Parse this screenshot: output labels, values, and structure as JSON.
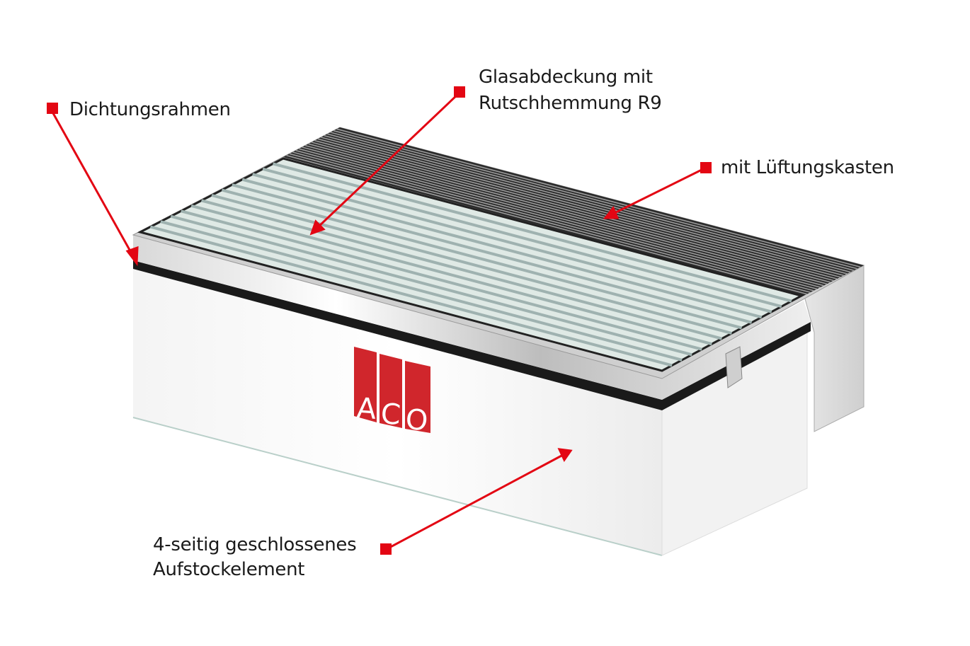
{
  "labels": {
    "seal_frame": "Dichtungsrahmen",
    "glass_cover_line1": "Glasabdeckung mit",
    "glass_cover_line2": "Rutschhemmung R9",
    "vent_box": "mit Lüftungskasten",
    "riser_line1": "4-seitig geschlossenes",
    "riser_line2": "Aufstockelement"
  },
  "logo": {
    "text": "ACO",
    "color": "#d0262c"
  },
  "colors": {
    "accent": "#e30613",
    "seal": "#1a1a1a",
    "glass": "#dfe9e5",
    "glass_stripe": "#9fb2b0"
  }
}
